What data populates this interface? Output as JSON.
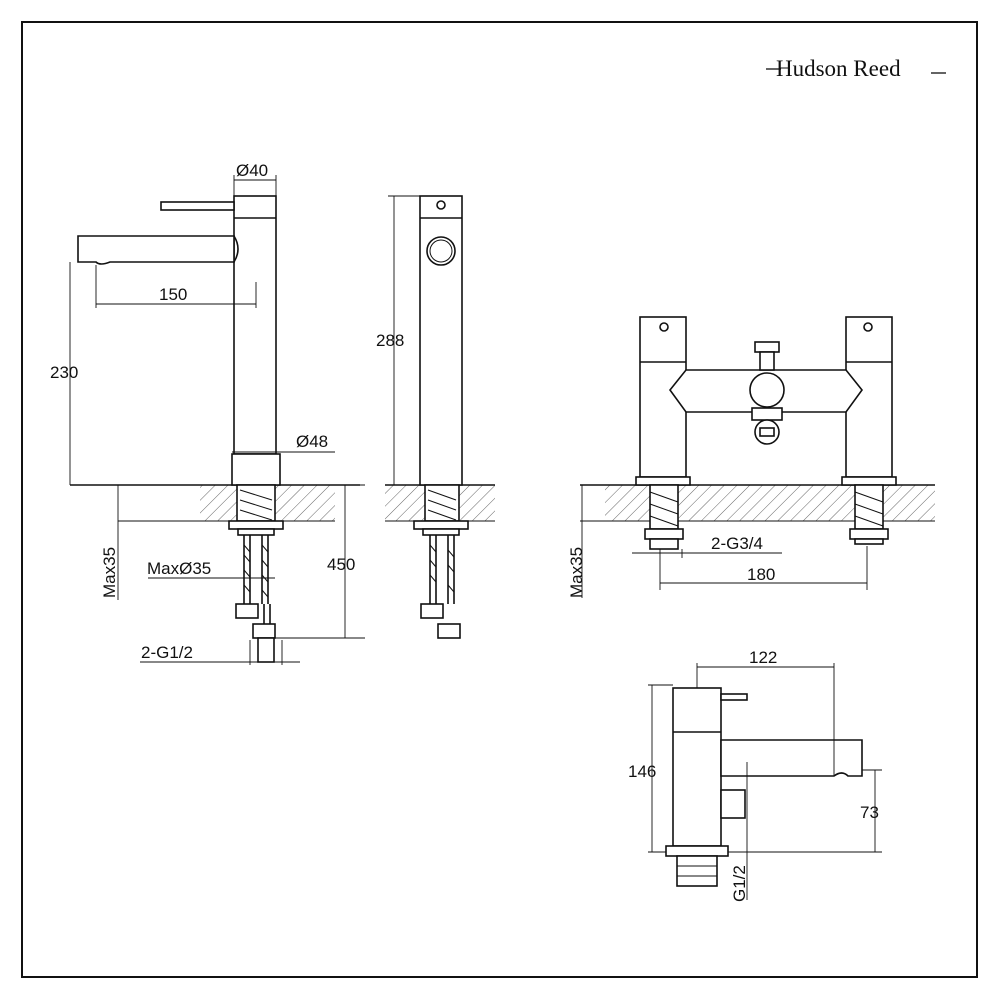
{
  "brand": {
    "name": "Hudson Reed"
  },
  "basin_mixer": {
    "dims": {
      "top_diameter": "Ø40",
      "spout_reach": "150",
      "spout_height": "230",
      "base_diameter": "Ø48",
      "max_deck": "Max35",
      "max_hole": "MaxØ35",
      "hose_length": "450",
      "connection": "2-G1/2"
    }
  },
  "side_view": {
    "dims": {
      "overall_height": "288"
    }
  },
  "bath_filler_front": {
    "dims": {
      "max_deck": "Max35",
      "connection": "2-G3/4",
      "centres": "180"
    }
  },
  "bath_filler_side": {
    "dims": {
      "reach": "122",
      "height": "146",
      "spout_height": "73",
      "connection": "G1/2"
    }
  }
}
